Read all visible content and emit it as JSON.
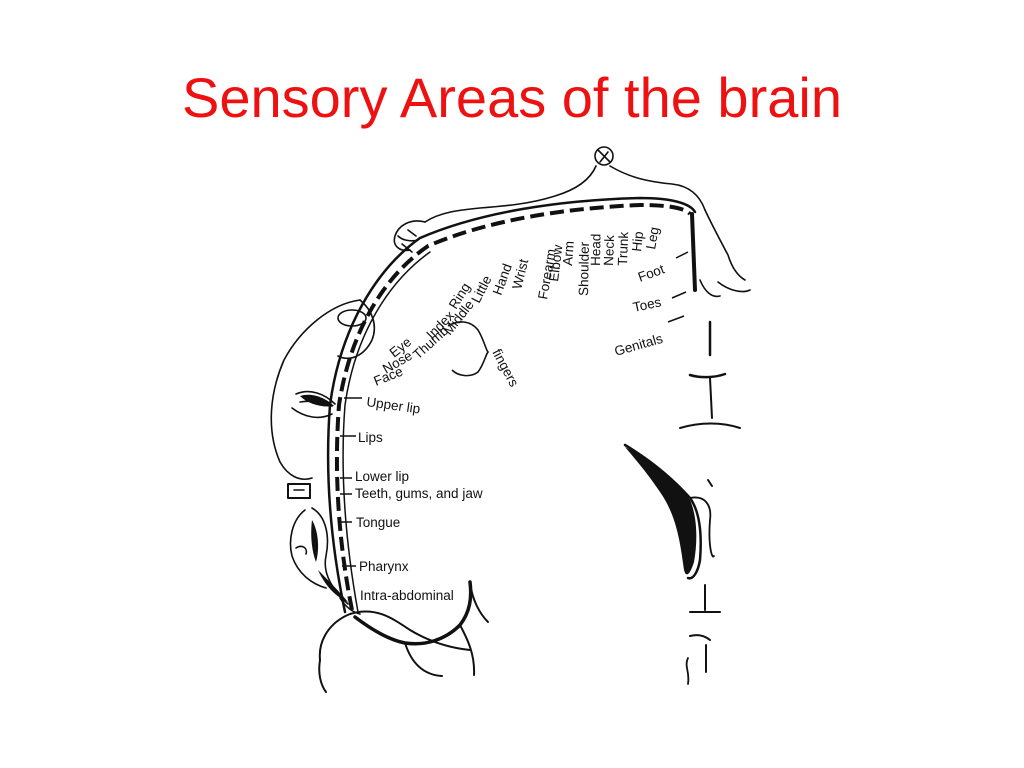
{
  "slide": {
    "title": "Sensory Areas of the brain",
    "title_color": "#ee1111",
    "ink_color": "#111111"
  },
  "diagram": {
    "labels": {
      "leg": "Leg",
      "hip": "Hip",
      "trunk": "Trunk",
      "neck": "Neck",
      "head": "Head",
      "shoulder": "Shoulder",
      "arm": "Arm",
      "elbow": "Elbow",
      "forearm": "Forearm",
      "wrist": "Wrist",
      "hand": "Hand",
      "little": "Little",
      "ring": "Ring",
      "middle": "Middle",
      "index": "Index",
      "thumb": "Thumb",
      "eye": "Eye",
      "nose": "Nose",
      "face": "Face",
      "upper_lip": "Upper lip",
      "lips": "Lips",
      "lower_lip": "Lower lip",
      "teeth": "Teeth, gums, and jaw",
      "tongue": "Tongue",
      "pharynx": "Pharynx",
      "intra_abdominal": "Intra-abdominal",
      "foot": "Foot",
      "toes": "Toes",
      "genitals": "Genitals",
      "fingers": "fingers"
    }
  }
}
